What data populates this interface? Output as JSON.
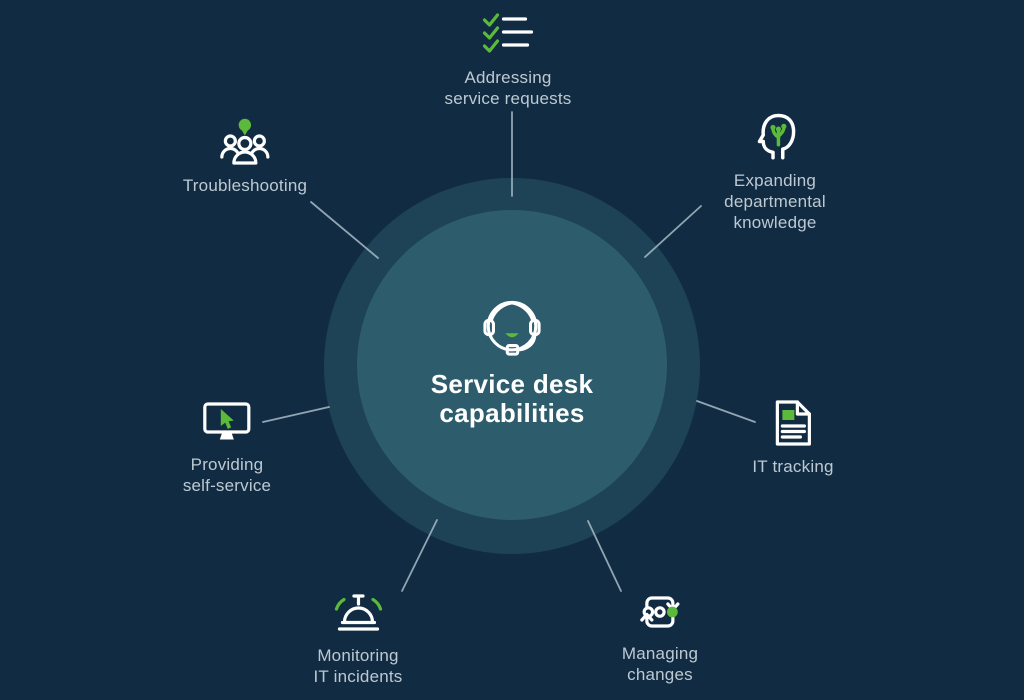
{
  "background": "#112c42",
  "colors": {
    "accent_green": "#5cb93c",
    "hub_outer_circle": "#1e4356",
    "hub_inner_circle": "#2d5c6d",
    "icon_stroke": "#ffffff",
    "label_text": "#bdc9d2",
    "title_text": "#ffffff",
    "connector_line": "#9fb3bf"
  },
  "hub": {
    "title": "Service desk\ncapabilities",
    "icon": "headset-agent-icon"
  },
  "nodes": [
    {
      "id": "addressing-service-requests",
      "label": "Addressing\nservice requests",
      "icon": "checklist-icon"
    },
    {
      "id": "expanding-departmental-knowledge",
      "label": "Expanding\ndepartmental\nknowledge",
      "icon": "head-knowledge-icon"
    },
    {
      "id": "it-tracking",
      "label": "IT tracking",
      "icon": "document-icon"
    },
    {
      "id": "managing-changes",
      "label": "Managing\nchanges",
      "icon": "change-cycle-icon"
    },
    {
      "id": "monitoring-it-incidents",
      "label": "Monitoring\nIT incidents",
      "icon": "service-bell-icon"
    },
    {
      "id": "providing-self-service",
      "label": "Providing\nself-service",
      "icon": "monitor-cursor-icon"
    },
    {
      "id": "troubleshooting",
      "label": "Troubleshooting",
      "icon": "team-chat-icon"
    }
  ]
}
